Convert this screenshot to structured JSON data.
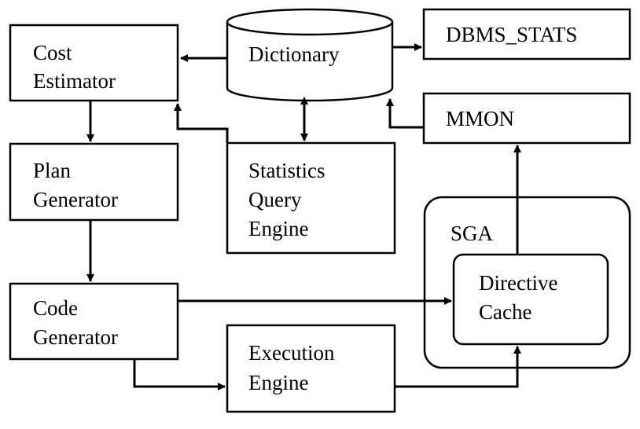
{
  "diagram": {
    "colors": {
      "stroke": "#000000",
      "fill": "#ffffff",
      "text": "#000000"
    },
    "nodes": {
      "cost_estimator": {
        "line1": "Cost",
        "line2": "Estimator"
      },
      "dictionary": {
        "label": "Dictionary"
      },
      "dbms_stats": {
        "label": "DBMS_STATS"
      },
      "mmon": {
        "label": "MMON"
      },
      "plan_generator": {
        "line1": "Plan",
        "line2": "Generator"
      },
      "statistics_query_engine": {
        "line1": "Statistics",
        "line2": "Query",
        "line3": "Engine"
      },
      "sga": {
        "label": "SGA"
      },
      "directive_cache": {
        "line1": "Directive",
        "line2": "Cache"
      },
      "code_generator": {
        "line1": "Code",
        "line2": "Generator"
      },
      "execution_engine": {
        "line1": "Execution",
        "line2": "Engine"
      }
    }
  }
}
